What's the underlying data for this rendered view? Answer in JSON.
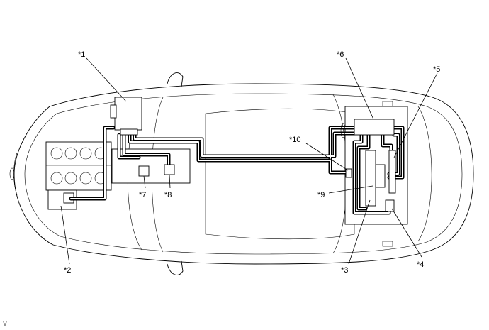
{
  "figure": {
    "id_label": "Y"
  },
  "callouts": {
    "c1": "*1",
    "c2": "*2",
    "c3": "*3",
    "c4": "*4",
    "c5": "*5",
    "c6": "*6",
    "c7": "*7",
    "c8": "*8",
    "c9": "*9",
    "c10": "*10"
  }
}
